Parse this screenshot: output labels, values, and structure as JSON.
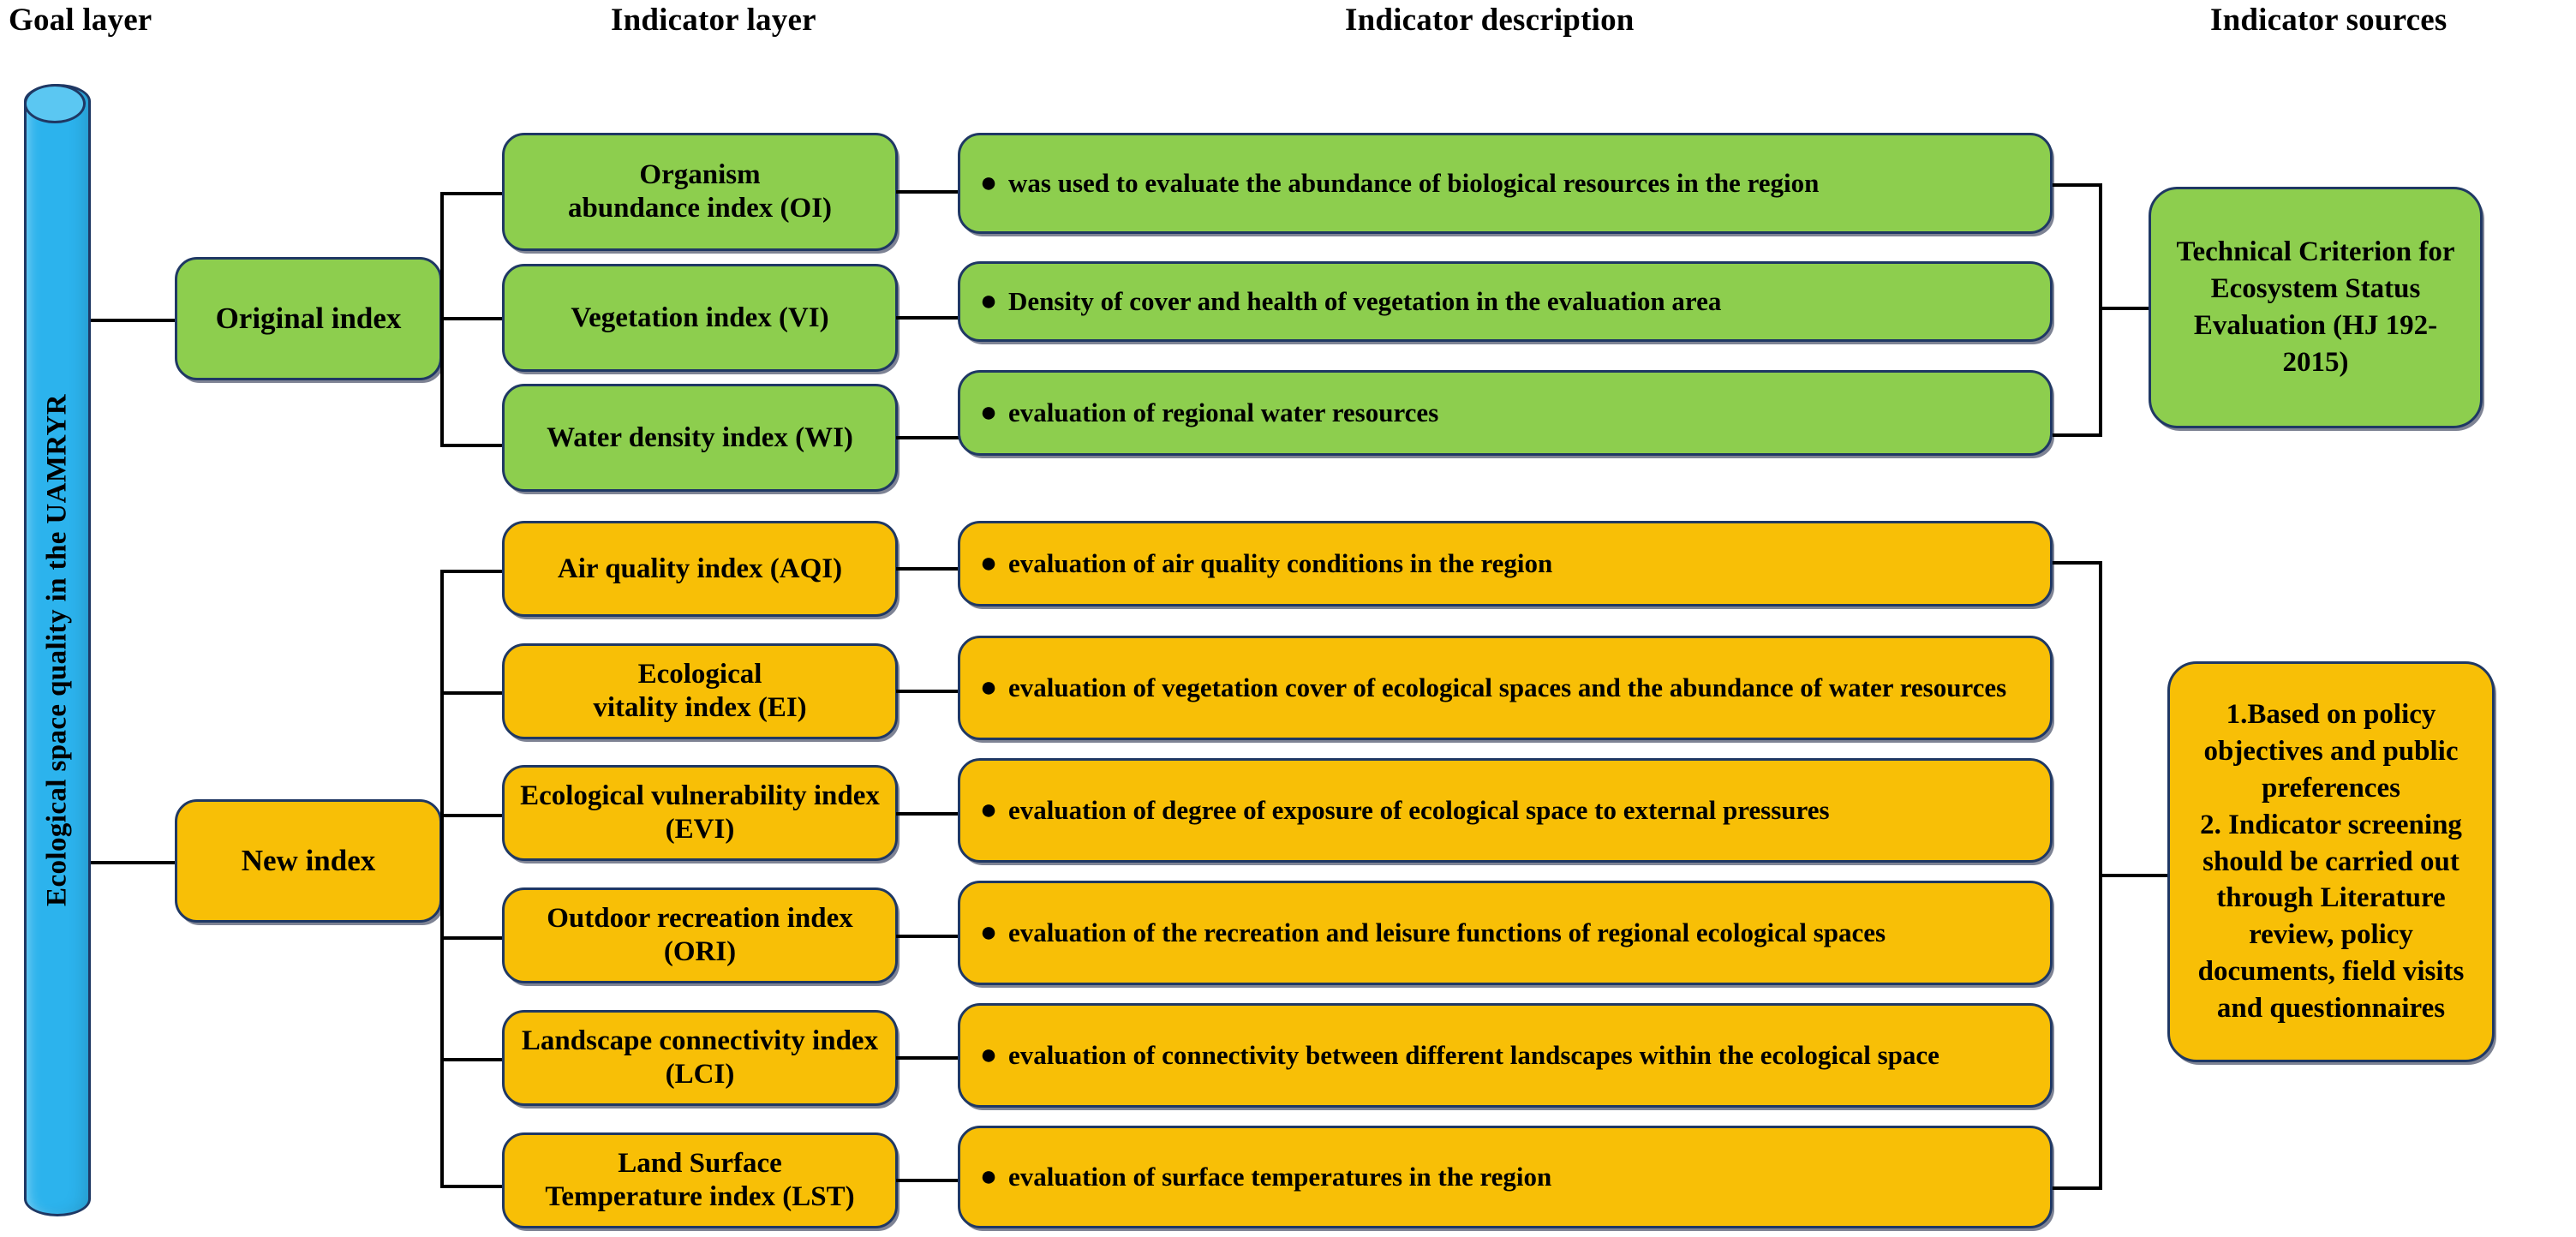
{
  "headers": {
    "goal": "Goal layer",
    "indicator_layer": "Indicator layer",
    "indicator_description": "Indicator description",
    "indicator_sources": "Indicator sources"
  },
  "goal": {
    "label": "Ecological space quality in the UAMRYR"
  },
  "groups": [
    {
      "name": "Original index",
      "color": "#8DCE4E",
      "indicators": [
        {
          "name": "Organism\nabundance index (OI)",
          "description": "was used to evaluate the abundance of biological resources in the region"
        },
        {
          "name": "Vegetation index (VI)",
          "description": "Density of cover and health of vegetation in the evaluation area"
        },
        {
          "name": "Water density index (WI)",
          "description": "evaluation of regional water resources"
        }
      ],
      "source": "Technical Criterion for Ecosystem Status Evaluation (HJ 192-2015)"
    },
    {
      "name": "New index",
      "color": "#F8BF06",
      "indicators": [
        {
          "name": "Air quality index (AQI)",
          "description": "evaluation of air quality conditions in the region"
        },
        {
          "name": "Ecological\nvitality index (EI)",
          "description": "evaluation of vegetation cover of ecological spaces and the abundance of water resources"
        },
        {
          "name": "Ecological vulnerability index (EVI)",
          "description": "evaluation of degree of exposure of ecological space to external pressures"
        },
        {
          "name": "Outdoor recreation index (ORI)",
          "description": "evaluation of the recreation and leisure functions of regional ecological spaces"
        },
        {
          "name": "Landscape connectivity index (LCI)",
          "description": "evaluation of connectivity between different landscapes within the ecological space"
        },
        {
          "name": "Land Surface\nTemperature index (LST)",
          "description": "evaluation of surface temperatures in the region"
        }
      ],
      "source": "1.Based on policy objectives and public preferences\n2. Indicator screening should be carried out through Literature review, policy documents, field visits and questionnaires"
    }
  ],
  "bullet_glyph": "●",
  "colors": {
    "green": "#8DCE4E",
    "orange": "#F8BF06",
    "cylinder": "#2CB3ED",
    "border": "#1F3864",
    "line": "#000000"
  }
}
